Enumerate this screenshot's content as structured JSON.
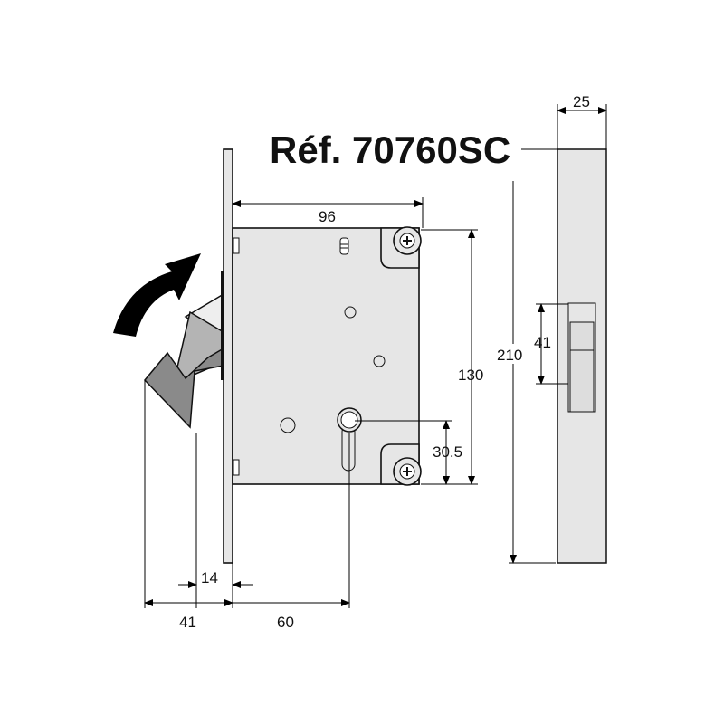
{
  "title": "Réf. 70760SC",
  "dimensions": {
    "case_width": "96",
    "case_height": "130",
    "cylinder_height": "30.5",
    "faceplate_length": "210",
    "faceplate_width": "25",
    "strike_height": "41",
    "handle_depth": "14",
    "handle_reach": "41",
    "backset": "60"
  },
  "colors": {
    "case": "#e6e6e6",
    "handle_light": "#b4b4b4",
    "handle_dark": "#8a8a8a",
    "arrow": "#000000"
  }
}
